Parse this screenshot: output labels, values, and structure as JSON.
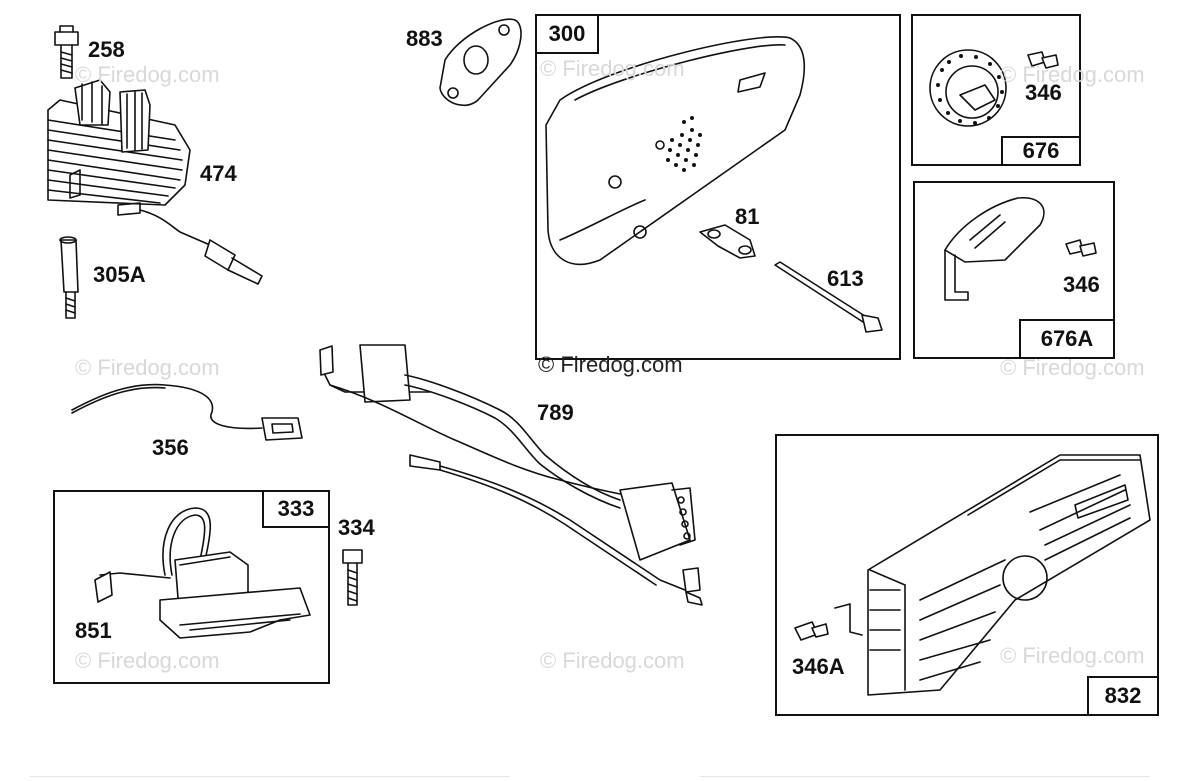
{
  "watermark": {
    "text": "© Firedog.com"
  },
  "callouts": {
    "p258": "258",
    "p474": "474",
    "p305A": "305A",
    "p883": "883",
    "p81": "81",
    "p613": "613",
    "p346_a": "346",
    "p346_b": "346",
    "p356": "356",
    "p789": "789",
    "p334": "334",
    "p851": "851",
    "p346A": "346A"
  },
  "kits": {
    "k300": "300",
    "k676": "676",
    "k676A": "676A",
    "k333": "333",
    "k832": "832"
  },
  "icons": [
    "bolt-icon",
    "ignition-armature-icon",
    "spacer-icon",
    "gasket-icon",
    "muffler-icon",
    "washer-icon",
    "screw-icon",
    "muffler-cap-icon",
    "deflector-icon",
    "ground-wire-icon",
    "wiring-harness-icon",
    "ignition-coil-icon",
    "muffler-guard-icon"
  ]
}
